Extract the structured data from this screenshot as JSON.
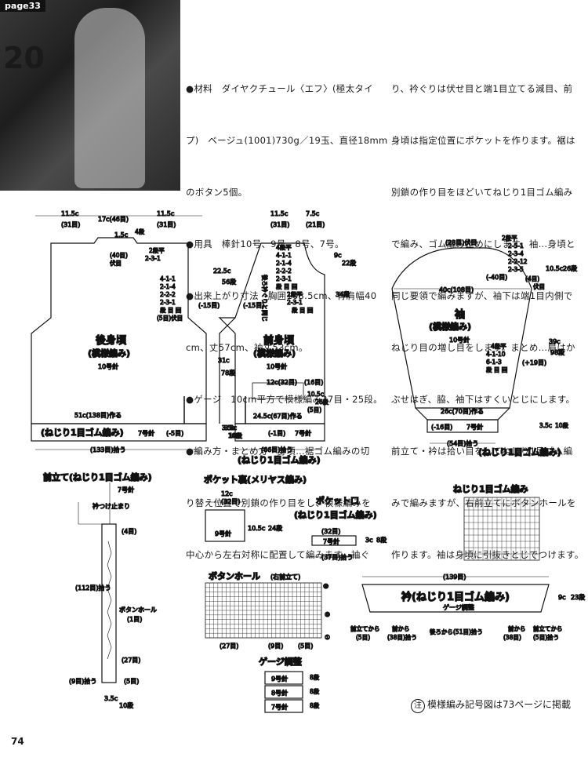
{
  "header": {
    "page_tag": "page33",
    "pattern_number": "20",
    "page_number": "74"
  },
  "intro_left": [
    "●材料　ダイヤクチュール〈エフ〉(極太タイ",
    "プ)　ベージュ(1001)730g／19玉、直径18mm",
    "のボタン5個。",
    "●用具　棒針10号、9号、8号、7号。",
    "●出来上がり寸法　胸囲103.5cm、背肩幅40",
    "cm、丈57cm、袖丈53cm。",
    "●ゲージ　10cm平方で模様編み27目・25段。",
    "●編み方・まとめ方　身頃…裾ゴム編みの切",
    "り替え位置で別鎖の作り目をし、模様編みを",
    "中心から左右対称に配置して編みます。袖ぐ"
  ],
  "intro_right": [
    "り、衿ぐりは伏せ目と端1目立てる減目、前",
    "身頃は指定位置にポケットを作ります。裾は",
    "別鎖の作り目をほどいてねじり1目ゴム編み",
    "で編み、ゴム編み止めにします。袖…身頃と",
    "同じ要領で編みますが、袖下は端1目内側で",
    "ねじり目の増し目をします。まとめ…肩はか",
    "ぶせはぎ、脇、袖下はすくいとじにします。",
    "前立て・衿は拾い目をしてねじり1目ゴム編",
    "みで編みますが、右前立てにボタンホールを",
    "作ります。袖は身頃に引抜きとじでつけます。"
  ],
  "back": {
    "title": "後身頃",
    "stitch": "(模様編み)",
    "needle": "10号針",
    "top_dims": [
      "11.5c",
      "(31目)",
      "17c(46目)",
      "11.5c",
      "(31目)"
    ],
    "neck": [
      "1.5c",
      "4段",
      "(40目)",
      "伏目",
      "2段平",
      "2-3-1"
    ],
    "armhole": [
      "4-1-1",
      "2-1-4",
      "2-2-2",
      "2-3-1",
      "段 目 回",
      "(5目)伏目"
    ],
    "side": [
      "22.5c",
      "56段",
      "(-15目)",
      "31c",
      "78段"
    ],
    "cast_on": "51c(138目)作る",
    "rib": "(ねじり1目ゴム編み)",
    "rib_needle": "7号針",
    "rib_dec": "(-5目)",
    "rib_h": [
      "3.5c",
      "10段"
    ],
    "pickup": "(133目)拾う"
  },
  "front": {
    "title": "前身頃",
    "stitch": "(模様編み)",
    "needle": "10号針",
    "top_dims": [
      "11.5c",
      "(31目)",
      "7.5c",
      "(21目)"
    ],
    "neck": [
      "4段平",
      "4-1-1",
      "2-1-4",
      "2-2-2",
      "2-3-1",
      "段 目 回"
    ],
    "armhole": [
      "2段平",
      "2-3-1",
      "4段平",
      "2-1-1",
      "段 目 回"
    ],
    "side_text": "後ろ衿ぐりと同じ",
    "side": [
      "(-15目)",
      "9c",
      "22段",
      "34段"
    ],
    "pocket": [
      "12c(32目)",
      "(16目)",
      "10.5c",
      "26段",
      "(5目)"
    ],
    "cast_on": "24.5c(67目)作る",
    "rib_dec": "(-1目)",
    "rib_needle": "7号針",
    "rib_h": [
      "3.5c",
      "10段"
    ],
    "pickup": "(66目)拾う",
    "rib": "(ねじり1目ゴム編み)"
  },
  "sleeve": {
    "title": "袖",
    "stitch": "(模様編み)",
    "needle": "10号針",
    "top": [
      "(28目)伏目",
      "2段平",
      "2-5-1",
      "2-3-4",
      "2-2-12",
      "2-3-5",
      "(4目)",
      "伏目"
    ],
    "cap": [
      "(-40目)",
      "10.5c",
      "26段"
    ],
    "width": "40c(108目)",
    "inc": [
      "4段平",
      "4-1-10",
      "6-1-3",
      "段 目 回",
      "(+19目)"
    ],
    "side": [
      "39c",
      "98段"
    ],
    "cast_on": "26c(70目)作る",
    "rib_dec": "(-16目)",
    "rib_needle": "7号針",
    "rib_h": [
      "3.5c",
      "10段"
    ],
    "pickup": "(54目)拾う",
    "rib": "(ねじり1目ゴム編み)"
  },
  "band": {
    "title": "前立て(ねじり1目ゴム編み)",
    "needle": "7号針",
    "collar_stop": "衿つけ止まり",
    "labels": [
      "(4目)",
      "(112目)拾う",
      "ボタンホール",
      "(1目)",
      "(27目)",
      "(9目)拾う",
      "(5目)",
      "3.5c",
      "10段"
    ]
  },
  "pocket_lining": {
    "title": "ポケット裏(メリヤス編み)",
    "w": "12c",
    "w2": "(32目)",
    "needle": "9号針",
    "h": "10.5c",
    "h2": "24段"
  },
  "pocket_edge": {
    "title": "ポケット口",
    "stitch": "(ねじり1目ゴム編み)",
    "w": "(32目)",
    "needle": "7号針",
    "h": "3c",
    "h2": "8段",
    "pickup": "(37目)拾う"
  },
  "rib_chart": {
    "title": "ねじり1目ゴム編み"
  },
  "buttonhole_chart": {
    "title": "ボタンホール",
    "side": "(右前立て)",
    "labels": [
      "⑩",
      "⑤",
      "①"
    ],
    "bottom": [
      "(27目)",
      "(9目)",
      "(5目)"
    ]
  },
  "gauge_adjust": {
    "title": "ゲージ調整",
    "rows": [
      "9号針",
      "8号針",
      "7号針"
    ],
    "dans": [
      "8段",
      "8段",
      "8段"
    ]
  },
  "collar": {
    "title": "衿(ねじり1目ゴム編み)",
    "width": "(139目)",
    "sub": "ゲージ調整",
    "h": [
      "9c",
      "23段"
    ],
    "pickup": [
      "前立てから",
      "(5目)",
      "前から",
      "(38目)拾う",
      "後ろから(51目)拾う",
      "前から",
      "(38目)",
      "前立てから",
      "(5目)拾う"
    ]
  },
  "note": {
    "circle": "注",
    "text": "模様編み記号図は73ページに掲載"
  }
}
